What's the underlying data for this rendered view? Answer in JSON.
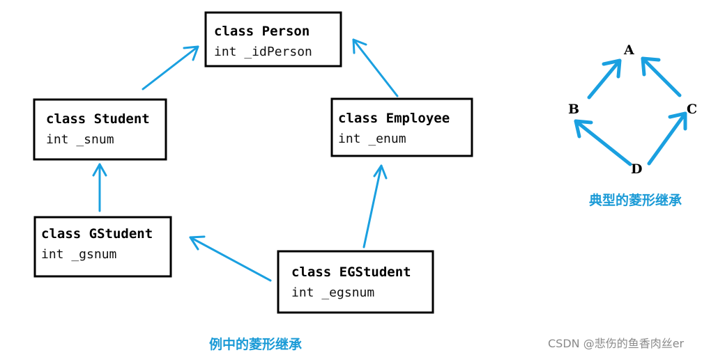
{
  "classes": {
    "person": {
      "name": "class Person",
      "field": "int _idPerson"
    },
    "student": {
      "name": "class Student",
      "field": "int _snum"
    },
    "employee": {
      "name": "class Employee",
      "field": "int _enum"
    },
    "gstudent": {
      "name": "class GStudent",
      "field": "int _gsnum"
    },
    "egstudent": {
      "name": "class EGStudent",
      "field": "int _egsnum"
    }
  },
  "example_caption": "例中的菱形继承",
  "typical": {
    "nodes": {
      "a": "A",
      "b": "B",
      "c": "C",
      "d": "D"
    },
    "caption": "典型的菱形继承"
  },
  "watermark": "CSDN @悲伤的鱼香肉丝er",
  "colors": {
    "arrow": "#1aa0e0",
    "caption": "#1a9ad6",
    "box_border": "#000000"
  },
  "edges": [
    {
      "from": "student",
      "to": "person"
    },
    {
      "from": "employee",
      "to": "person"
    },
    {
      "from": "gstudent",
      "to": "student"
    },
    {
      "from": "egstudent",
      "to": "gstudent"
    },
    {
      "from": "egstudent",
      "to": "employee"
    },
    {
      "from": "B",
      "to": "A"
    },
    {
      "from": "C",
      "to": "A"
    },
    {
      "from": "D",
      "to": "B"
    },
    {
      "from": "D",
      "to": "C"
    }
  ]
}
